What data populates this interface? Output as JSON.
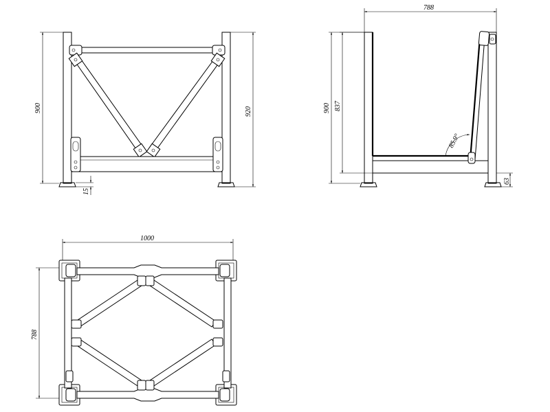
{
  "front_view": {
    "dim_height": "900",
    "dim_height_right": "920",
    "dim_foot": "15"
  },
  "side_view": {
    "dim_width": "788",
    "dim_height": "900",
    "dim_inner_height": "837",
    "dim_foot": "63",
    "angle": "85.9°"
  },
  "top_view": {
    "dim_width": "1000",
    "dim_depth": "788"
  }
}
